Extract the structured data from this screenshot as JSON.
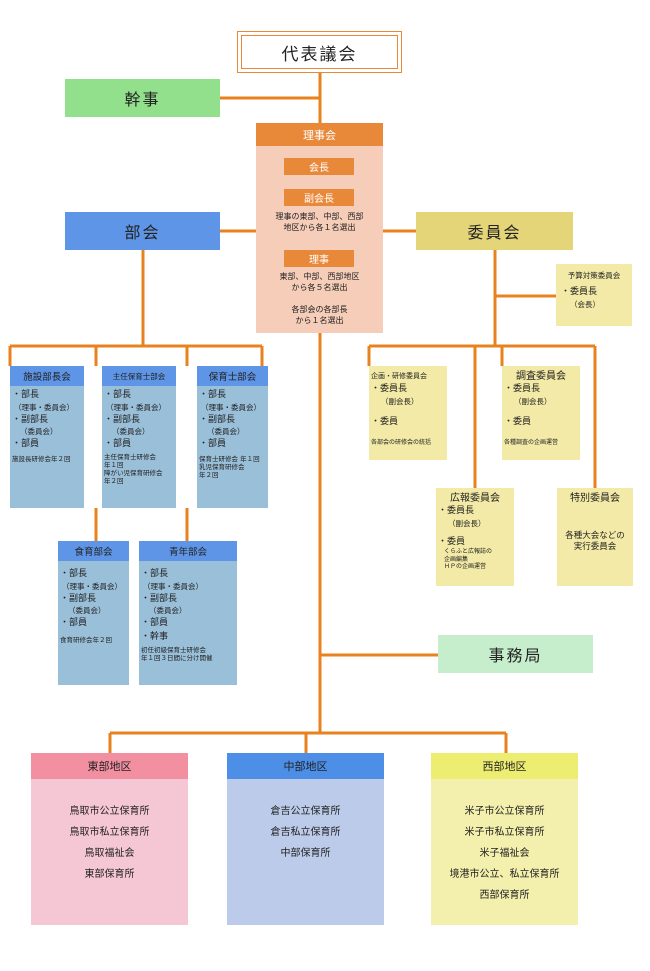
{
  "colors": {
    "line": "#e8821e",
    "orange": "#e8893a",
    "peach": "#f5cdb8",
    "green": "#92e08c",
    "blue": "#5e95e6",
    "olive": "#e4d578",
    "light_yellow": "#f2eaa6",
    "light_blue": "#99bfd9",
    "pale_green": "#c6eecc",
    "pink": "#f28fa1",
    "pale_pink": "#f5c7d5",
    "mid_blue": "#4d8ee6",
    "pale_blue": "#bccbe9",
    "yellow": "#eded72",
    "pale_yellow": "#f3efac"
  },
  "top": {
    "title": "代表議会"
  },
  "kanji": {
    "title": "幹事"
  },
  "board": {
    "title": "理事会",
    "chair": "会長",
    "vice": "副会長",
    "vice_note": "理事の東部、中部、西部\n地区から各１名選出",
    "director": "理事",
    "director_note": "東部、中部、西部地区\nから各５名選出",
    "section_note": "各部会の各部長\nから１名選出"
  },
  "bukai": {
    "title": "部会"
  },
  "iinkai": {
    "title": "委員会"
  },
  "yosan": {
    "title": "予算対策委員会",
    "item": "・委員長",
    "sub": "（会長）"
  },
  "shisetsu": {
    "title": "施設部長会",
    "i1": "・部長",
    "s1": "（理事・委員会）",
    "i2": "・副部長",
    "s2": "（委員会）",
    "i3": "・部員",
    "note": "施設長研修会年２回"
  },
  "shunin": {
    "title": "主任保育士部会",
    "i1": "・部長",
    "s1": "（理事・委員会）",
    "i2": "・副部長",
    "s2": "（委員会）",
    "i3": "・部員",
    "note": "主任保育士研修会\n年１回\n障がい児保育研修会\n年２回"
  },
  "hoikushi": {
    "title": "保育士部会",
    "i1": "・部長",
    "s1": "（理事・委員会）",
    "i2": "・副部長",
    "s2": "（委員会）",
    "i3": "・部員",
    "note": "保育士研修会 年１回\n乳児保育研修会\n年２回"
  },
  "shokuiku": {
    "title": "食育部会",
    "i1": "・部長",
    "s1": "（理事・委員会）",
    "i2": "・副部長",
    "s2": "（委員会）",
    "i3": "・部員",
    "note": "食育研修会年２回"
  },
  "seinen": {
    "title": "青年部会",
    "i1": "・部長",
    "s1": "（理事・委員会）",
    "i2": "・副部長",
    "s2": "（委員会）",
    "i3": "・部員",
    "i4": "・幹事",
    "note": "初任初級保育士研修会\n年１回３日間に分け開催"
  },
  "kikaku": {
    "title": "企画・研修委員会",
    "i1": "・委員長",
    "s1": "（副会長）",
    "i2": "・委員",
    "note": "各部会の研修会の統括"
  },
  "chosa": {
    "title": "調査委員会",
    "i1": "・委員長",
    "s1": "（副会長）",
    "i2": "・委員",
    "note": "各種調査の企画運営"
  },
  "koho": {
    "title": "広報委員会",
    "i1": "・委員長",
    "s1": "（副会長）",
    "i2": "・委員",
    "note": "くらふと広報誌の\n企画編集\nＨＰの企画運営"
  },
  "tokubetsu": {
    "title": "特別委員会",
    "note": "各種大会などの\n実行委員会"
  },
  "jimu": {
    "title": "事務局"
  },
  "east": {
    "title": "東部地区",
    "items": [
      "鳥取市公立保育所",
      "鳥取市私立保育所",
      "鳥取福祉会",
      "東部保育所"
    ]
  },
  "central": {
    "title": "中部地区",
    "items": [
      "倉吉公立保育所",
      "倉吉私立保育所",
      "中部保育所"
    ]
  },
  "west": {
    "title": "西部地区",
    "items": [
      "米子市公立保育所",
      "米子市私立保育所",
      "米子福祉会",
      "境港市公立、私立保育所",
      "西部保育所"
    ]
  }
}
